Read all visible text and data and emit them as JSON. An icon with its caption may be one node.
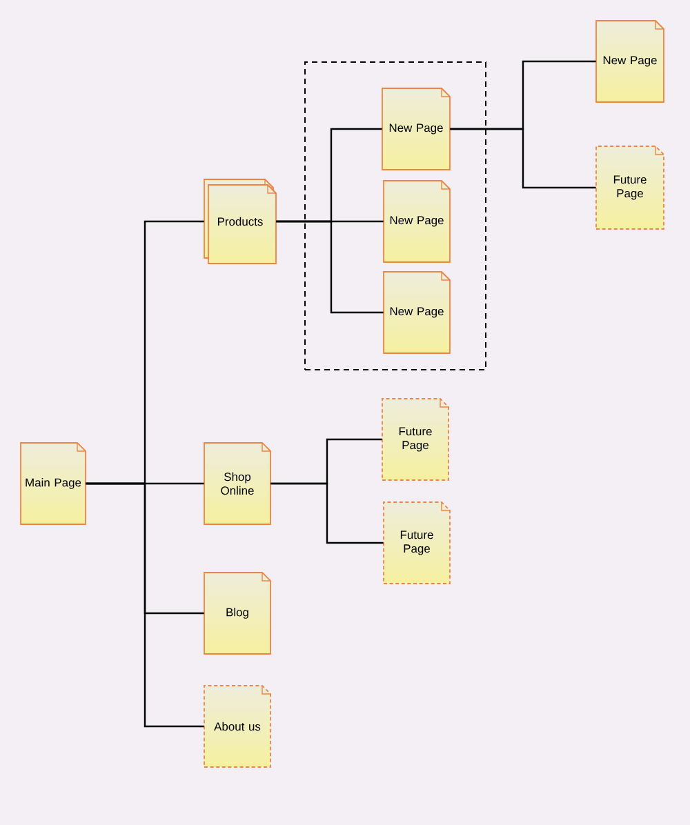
{
  "diagram": {
    "nodes": [
      {
        "text": [
          "Main Page"
        ]
      },
      {
        "text": [
          "Products"
        ]
      },
      {
        "text": [],
        "shape": "box"
      },
      {
        "text": [
          "New Page"
        ],
        "in": 2
      },
      {
        "text": [
          "New Page"
        ],
        "in": 2
      },
      {
        "text": [
          "New Page"
        ],
        "in": 2
      },
      {
        "text": [
          "New Page"
        ]
      },
      {
        "text": [
          "Future Page"
        ]
      },
      {
        "text": [
          "Shop Online"
        ]
      },
      {
        "text": [
          "Future Page"
        ]
      },
      {
        "text": [
          "Future Page"
        ]
      },
      {
        "text": [
          "Blog"
        ]
      },
      {
        "text": [
          "About us"
        ]
      }
    ],
    "edges": [
      {
        "from": 0,
        "to": 1,
        "arrow": "none"
      },
      {
        "from": 0,
        "to": 8,
        "arrow": "none"
      },
      {
        "from": 0,
        "to": 11,
        "arrow": "none"
      },
      {
        "from": 0,
        "to": 12,
        "arrow": "none"
      },
      {
        "from": 1,
        "to": 3,
        "arrow": "none"
      },
      {
        "from": 1,
        "to": 4,
        "arrow": "none"
      },
      {
        "from": 1,
        "to": 5,
        "arrow": "none"
      },
      {
        "from": 3,
        "to": 6,
        "arrow": "none"
      },
      {
        "from": 3,
        "to": 7,
        "arrow": "none"
      },
      {
        "from": 8,
        "to": 9,
        "arrow": "none"
      },
      {
        "from": 8,
        "to": 10,
        "arrow": "none"
      }
    ]
  }
}
